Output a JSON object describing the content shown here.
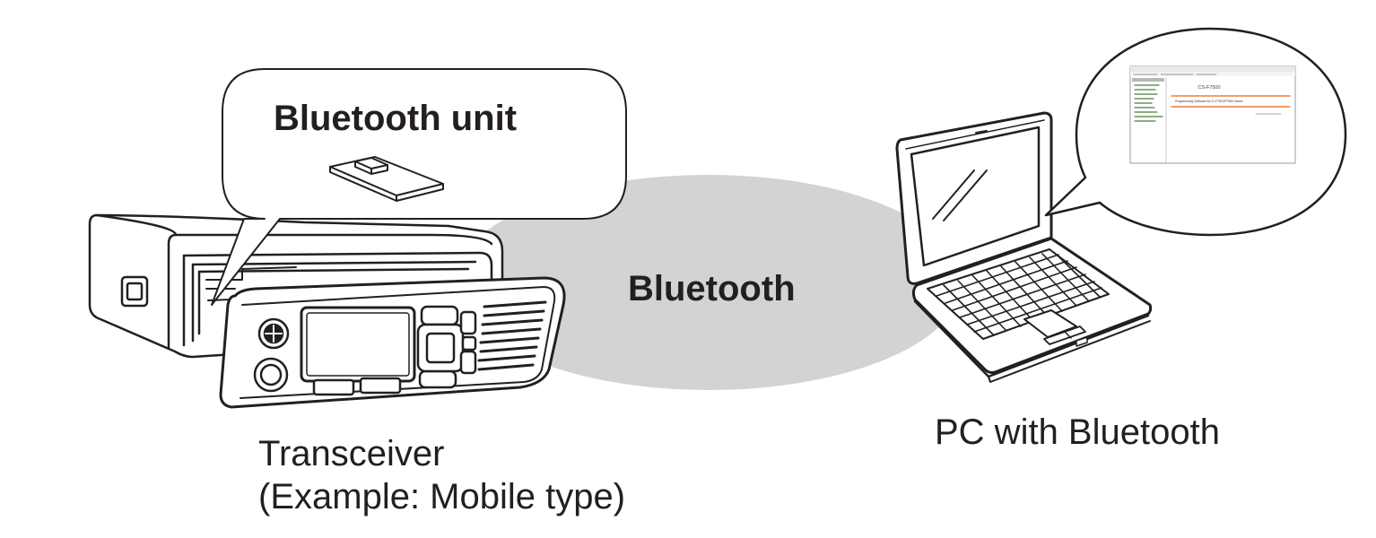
{
  "labels": {
    "bluetooth_unit": "Bluetooth unit",
    "bluetooth_link": "Bluetooth",
    "pc": "PC with Bluetooth",
    "transceiver_line1": "Transceiver",
    "transceiver_line2": "(Example: Mobile type)"
  },
  "pc_screen_window": {
    "title": "CS-F7500",
    "subtitle": "Programming Software for IC-F7510/F7520 Series"
  },
  "colors": {
    "ink": "#231f20",
    "link_ellipse": "#d3d3d3",
    "window_accent": "#e8823a"
  }
}
